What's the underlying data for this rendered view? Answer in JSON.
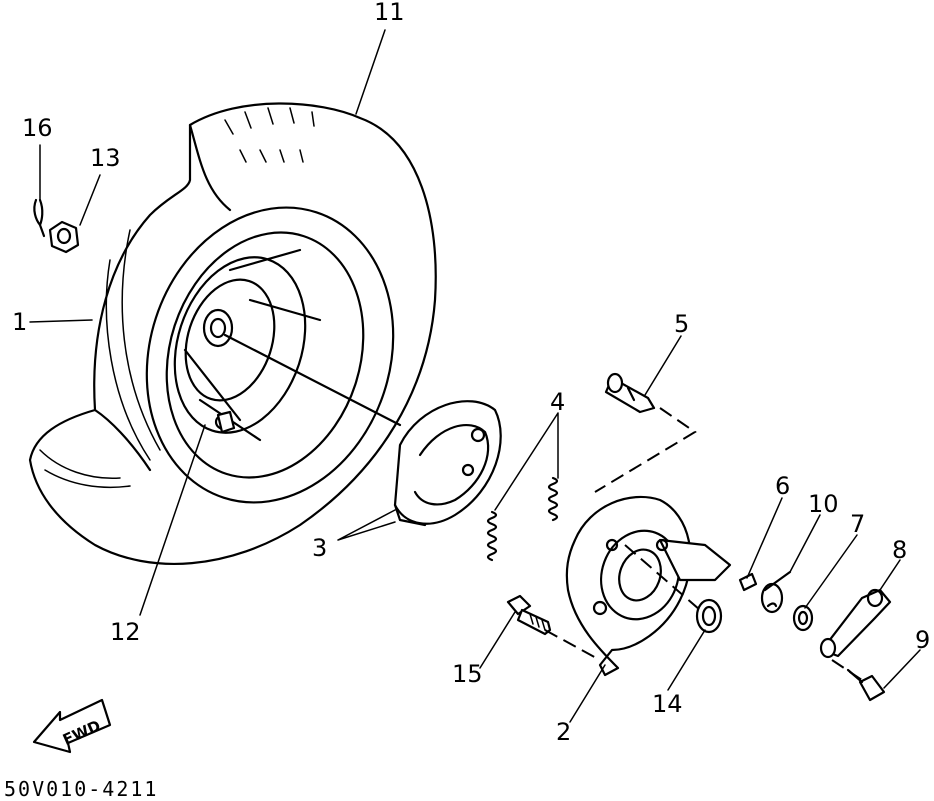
{
  "diagram": {
    "part_code": "50V010-4211",
    "fwd_label": "FWD",
    "callouts": [
      {
        "id": "1",
        "label": "1"
      },
      {
        "id": "2",
        "label": "2"
      },
      {
        "id": "3",
        "label": "3"
      },
      {
        "id": "4",
        "label": "4"
      },
      {
        "id": "5",
        "label": "5"
      },
      {
        "id": "6",
        "label": "6"
      },
      {
        "id": "7",
        "label": "7"
      },
      {
        "id": "8",
        "label": "8"
      },
      {
        "id": "9",
        "label": "9"
      },
      {
        "id": "10",
        "label": "10"
      },
      {
        "id": "11",
        "label": "11"
      },
      {
        "id": "12",
        "label": "12"
      },
      {
        "id": "13",
        "label": "13"
      },
      {
        "id": "14",
        "label": "14"
      },
      {
        "id": "15",
        "label": "15"
      },
      {
        "id": "16",
        "label": "16"
      }
    ],
    "parts": [
      {
        "name": "wheel-rim"
      },
      {
        "name": "tire"
      },
      {
        "name": "brake-shoe-kit"
      },
      {
        "name": "spring"
      },
      {
        "name": "brake-camshaft"
      },
      {
        "name": "brake-shoe-plate"
      },
      {
        "name": "washer"
      },
      {
        "name": "indicator-plate"
      },
      {
        "name": "camshaft-lever"
      },
      {
        "name": "lever-bolt"
      },
      {
        "name": "torsion-spring"
      },
      {
        "name": "valve"
      },
      {
        "name": "axle-nut"
      },
      {
        "name": "oil-seal"
      },
      {
        "name": "flange-bolt"
      },
      {
        "name": "cotter-pin"
      }
    ]
  }
}
